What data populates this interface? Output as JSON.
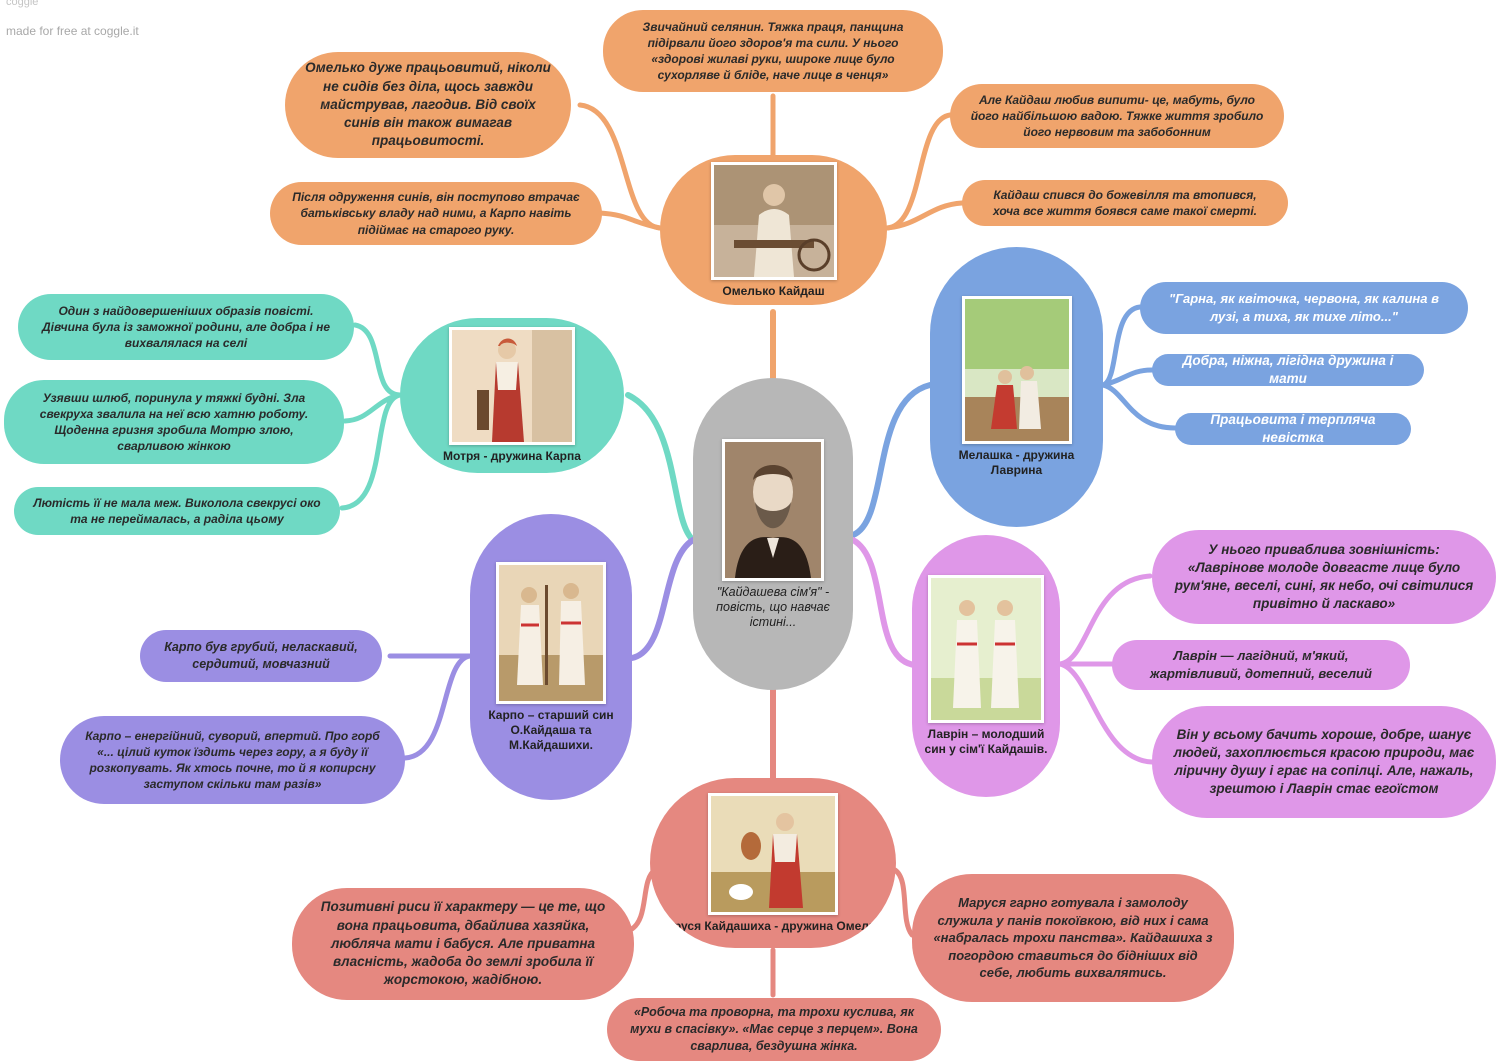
{
  "watermark": {
    "brand": "coggle",
    "text": "made for free at coggle.it"
  },
  "colors": {
    "orange": "#f0a46c",
    "teal": "#6fd9c4",
    "purple": "#9b8ee3",
    "blue": "#7aa3e0",
    "pink": "#df97e8",
    "red": "#e58880",
    "gray": "#b7b7b7"
  },
  "center": {
    "caption": "\"Кайдашева сім'я\" - повість, що навчає істині...",
    "image_icon": "author-portrait"
  },
  "branches": {
    "omelko": {
      "caption": "Омелько Кайдаш",
      "image_icon": "peasant-at-work",
      "leaves": [
        "Звичайний селянин. Тяжка праця, панщина підірвали його здоров'я та сили. У нього «здорові жилаві руки, широке лице було сухорляве й бліде, наче лице в ченця»",
        "Омелько дуже працьовитий, ніколи не сидів без діла, щось завжди майстрував, лагодив. Від своїх синів він також вимагав працьовитості.",
        "Після одруження синів, він поступово втрачає батьківську владу над ними, а Карпо навіть підіймає на старого руку.",
        "Але Кайдаш любив випити- це, мабуть, було його найбільшою вадою. Тяжке життя зробило його нервовим та забобонним",
        "Кайдаш спився до божевілля та втопився, хоча все життя боявся саме такої смерті."
      ]
    },
    "motria": {
      "caption": "Мотря - дружина Карпа",
      "image_icon": "woman-in-costume",
      "leaves": [
        "Один з найдовершеніших образів повісті. Дівчина була із заможної родини, але добра і не вихвалялася на селі",
        "Узявши шлюб, поринула у тяжкі будні. Зла свекруха звалила на неї всю хатню роботу. Щоденна гризня зробила Мотрю злою, сварливою жінкою",
        "Лютість її не мала меж. Виколола свекрусі око та не переймалась, а раділа цьому"
      ]
    },
    "karpo": {
      "caption": "Карпо – старший син О.Кайдаша та М.Кайдашихи.",
      "image_icon": "men-in-field",
      "leaves": [
        "Карпо був грубий, неласкавий, сердитий, мовчазний",
        "Карпо – енергійний, суворий, впертий. Про горб «... цілий куток їздить через гору, а я буду її розкопувать. Як хтось почне, то й я копирсну заступом скільки там разів»"
      ]
    },
    "melashka": {
      "caption": "Мелашка - дружина Лаврина",
      "image_icon": "couple-by-tree",
      "leaves": [
        "\"Гарна, як квіточка, червона, як калина в лузі, а тиха, як тихе літо...\"",
        "Добра, ніжна, лігідна дружина і мати",
        "Працьовита і терпляча невістка"
      ]
    },
    "lavrin": {
      "caption": "Лаврін – молодший син у сім'ї Кайдашів.",
      "image_icon": "two-young-men",
      "leaves": [
        "У нього приваблива зовнішність: «Лаврінове молоде довгасте лице було рум'яне, веселі, сині, як небо, очі світилися привітно й ласкаво»",
        "Лаврін — лагідний, м'який, жартівливий, дотепний, веселий",
        "Він у всьому бачить хороше, добре, шанує людей, захоплюється красою природи, має ліричну душу і грає на сопілці. Але, нажаль, зрештою і Лаврін стає егоїстом"
      ]
    },
    "marusia": {
      "caption": "Маруся Кайдашиха - дружина Омелька",
      "image_icon": "woman-with-poultry",
      "leaves": [
        "Позитивні риси її характеру — це те, що вона працьовита, дбайлива хазяйка, любляча мати і бабуся. Але приватна власність, жадоба до землі зробила її жорстокою, жадібною.",
        "Маруся гарно готувала і замолоду служила у панів покоївкою, від них і сама «набралась трохи панства». Кайдашиха з погордою ставиться до бідніших від себе, любить вихвалятись.",
        "«Робоча та проворна, та трохи куслива, як мухи в спасівку». «Має серце з перцем». Вона сварлива, бездушна жінка."
      ]
    }
  }
}
